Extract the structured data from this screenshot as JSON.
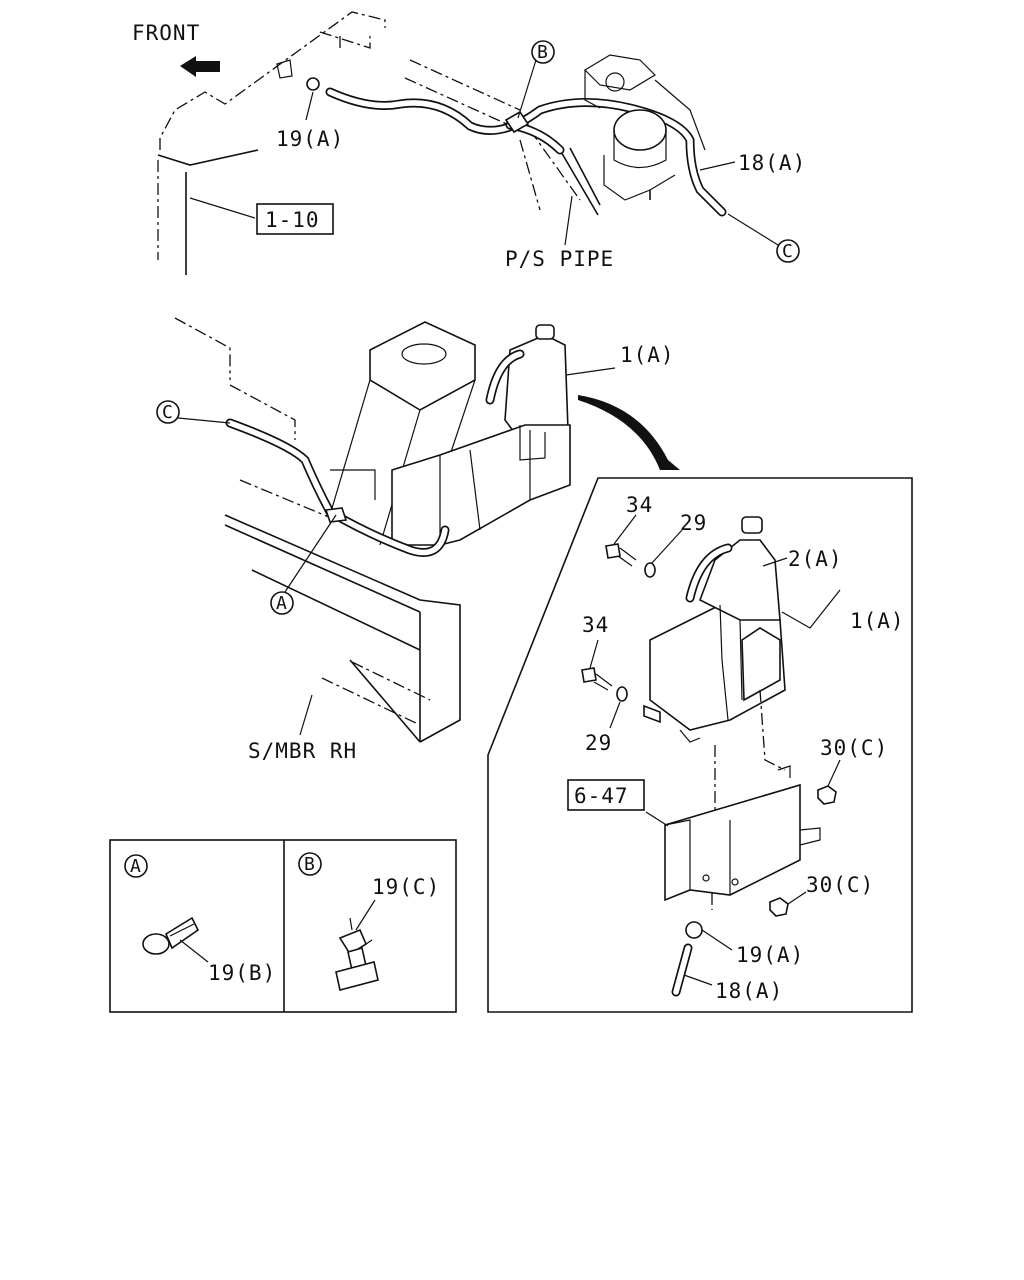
{
  "labels": {
    "front": "FRONT",
    "ref_1_10": "1-10",
    "ref_6_47": "6-47",
    "ps_pipe": "P/S PIPE",
    "smbr_rh": "S/MBR RH",
    "p19a_top": "19(A)",
    "p18a_top": "18(A)",
    "p1a_mid": "1(A)",
    "p34_a": "34",
    "p29_a": "29",
    "p2a": "2(A)",
    "p1a_detail": "1(A)",
    "p34_b": "34",
    "p29_b": "29",
    "p30c_a": "30(C)",
    "p30c_b": "30(C)",
    "p19a_bottom": "19(A)",
    "p18a_bottom": "18(A)",
    "p19b": "19(B)",
    "p19c": "19(C)"
  },
  "callouts": {
    "a": "A",
    "b": "B",
    "c": "C"
  }
}
